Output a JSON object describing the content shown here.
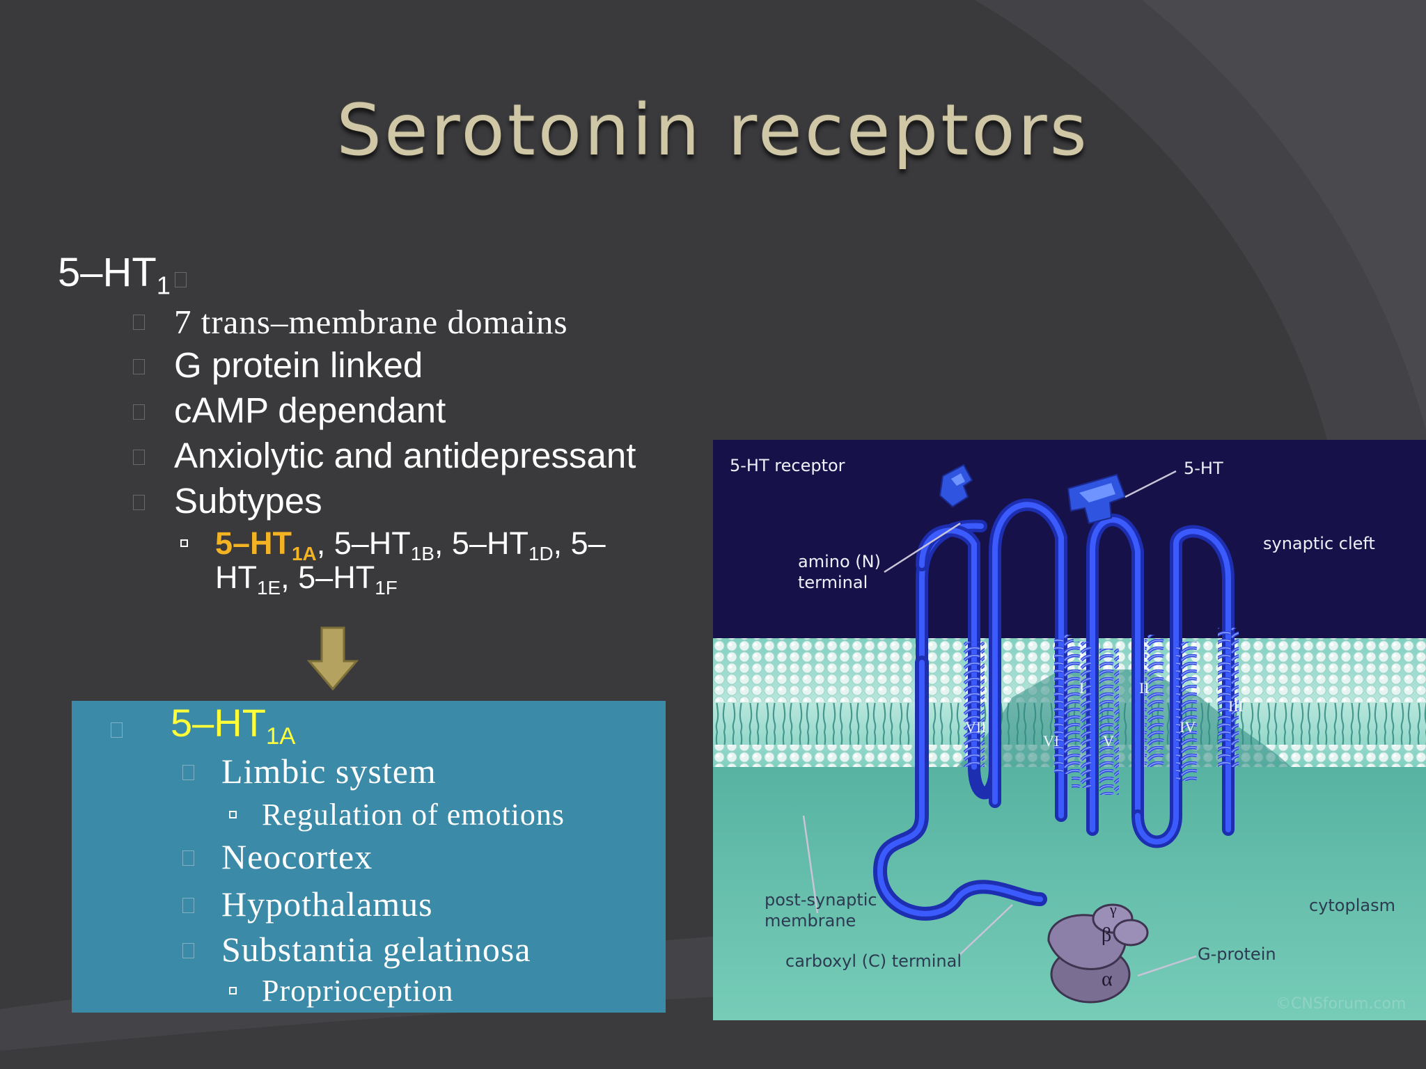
{
  "title": "Serotonin receptors",
  "main": {
    "heading": {
      "pre": "5–HT",
      "sub": "1",
      "glyph": ""
    },
    "bullets": [
      {
        "text": "7 trans–membrane domains"
      },
      {
        "text": "G protein linked"
      },
      {
        "text": "cAMP dependant"
      },
      {
        "text": "Anxiolytic and antidepressant"
      },
      {
        "text": "Subtypes"
      }
    ],
    "subtypes": {
      "line1": [
        {
          "pre": "5–HT",
          "sub": "1A",
          "sep": ", "
        },
        {
          "pre": "5–HT",
          "sub": "1B",
          "sep": ", "
        },
        {
          "pre": "5–HT",
          "sub": "1D",
          "sep": ", "
        },
        {
          "pre": "5–",
          "sub": "",
          "sep": ""
        }
      ],
      "line2": [
        {
          "pre": "HT",
          "sub": "1E",
          "sep": ", "
        },
        {
          "pre": "5–HT",
          "sub": "1F",
          "sep": ""
        }
      ]
    }
  },
  "arrow": {
    "icon": "down-arrow-icon",
    "color": "#b3a260"
  },
  "panel": {
    "heading": {
      "pre": "5–HT",
      "sub": "1A"
    },
    "items": [
      {
        "text": "Limbic system",
        "level": 1
      },
      {
        "text": "Regulation of emotions",
        "level": 2
      },
      {
        "text": "Neocortex",
        "level": 1
      },
      {
        "text": "Hypothalamus",
        "level": 1
      },
      {
        "text": "Substantia gelatinosa",
        "level": 1
      },
      {
        "text": "Proprioception",
        "level": 2
      }
    ],
    "color": "#3b8aa7"
  },
  "figure": {
    "labels": {
      "receptor": "5-HT receptor",
      "ligand": "5-HT",
      "cleft": "synaptic cleft",
      "amino_1": "amino (N)",
      "amino_2": "terminal",
      "postsyn_1": "post-synaptic",
      "postsyn_2": "membrane",
      "carboxyl": "carboxyl (C) terminal",
      "cytoplasm": "cytoplasm",
      "gprotein": "G-protein",
      "copyright": "©CNSforum.com"
    },
    "helices": [
      "VII",
      "VI",
      "I",
      "V",
      "II",
      "IV",
      "III"
    ],
    "subunits": {
      "alpha": "α",
      "beta": "β",
      "gamma": "γ"
    }
  },
  "colors": {
    "background": "#3a3a3d",
    "title": "#cfc7a6",
    "subtype_highlight": "#f4b322",
    "panel_heading": "#ffff3a",
    "receptor_blue": "#2f4fd8",
    "cleft": "#17114a",
    "cytoplasm": "#69c3ad"
  }
}
